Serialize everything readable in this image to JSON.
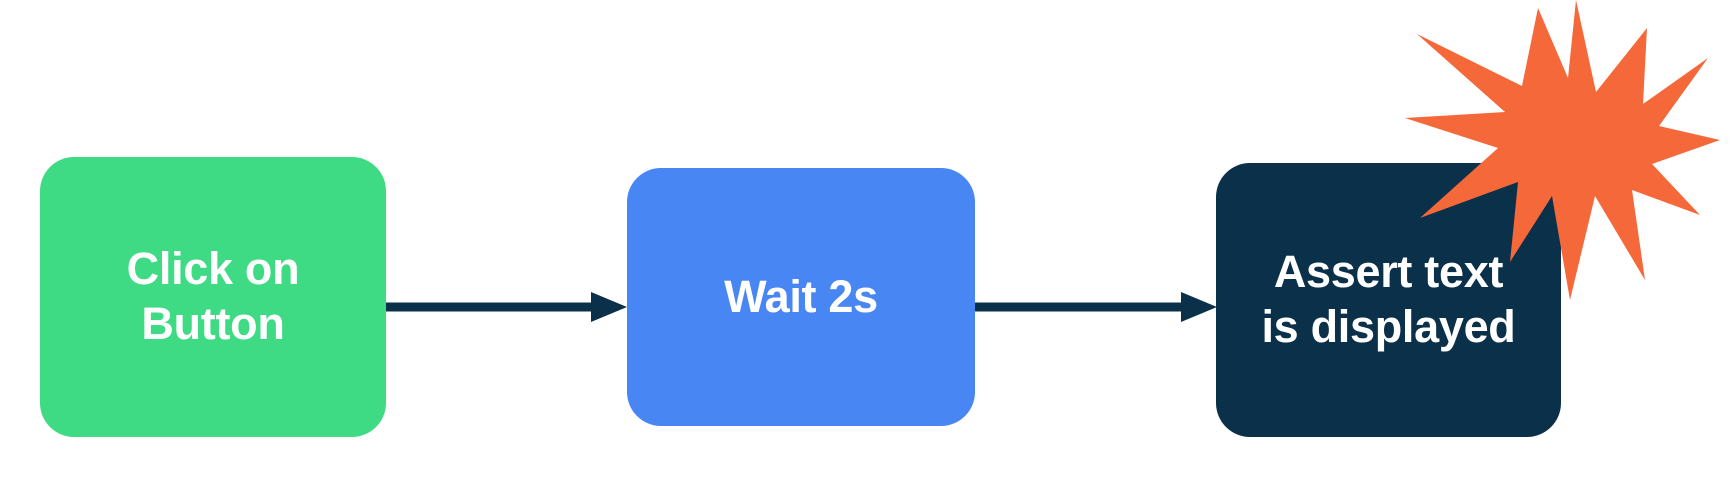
{
  "diagram": {
    "type": "flowchart",
    "orientation": "horizontal",
    "background_color": "#FFFFFF",
    "nodes": [
      {
        "id": "click-on-button",
        "label": "Click on\nButton",
        "shape": "rounded-rectangle",
        "fill_color": "#3FDB84",
        "text_color": "#FFFFFF"
      },
      {
        "id": "wait-2s",
        "label": "Wait 2s",
        "shape": "rounded-rectangle",
        "fill_color": "#4886F4",
        "text_color": "#FFFFFF"
      },
      {
        "id": "assert-text-is-displayed",
        "label": "Assert text\nis displayed",
        "shape": "rounded-rectangle",
        "fill_color": "#0B3049",
        "text_color": "#FFFFFF"
      }
    ],
    "connectors": [
      {
        "id": "connector-1",
        "from": "click-on-button",
        "to": "wait-2s",
        "style": "solid-arrow",
        "color": "#0B3049"
      },
      {
        "id": "connector-2",
        "from": "wait-2s",
        "to": "assert-text-is-displayed",
        "style": "solid-arrow",
        "color": "#0B3049"
      }
    ],
    "decorations": [
      {
        "id": "starburst",
        "shape": "starburst",
        "fill_color": "#F4683A",
        "attached_to": "assert-text-is-displayed",
        "position": "top-right"
      }
    ]
  }
}
